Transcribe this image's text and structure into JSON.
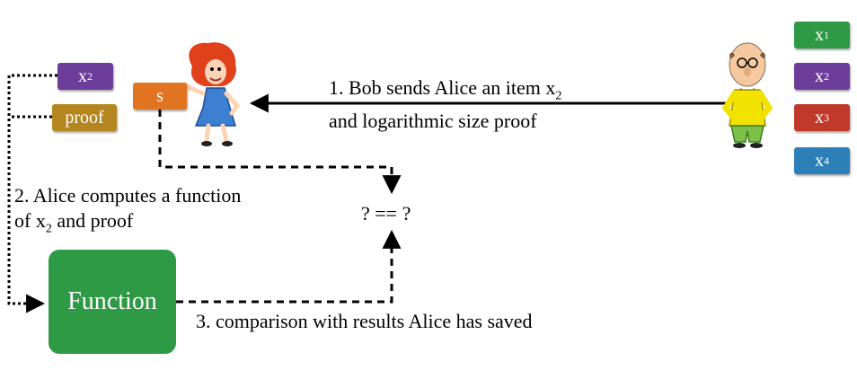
{
  "chips": {
    "x1": {
      "base": "x",
      "sub": "1",
      "color": "#2e9a45"
    },
    "x2": {
      "base": "x",
      "sub": "2",
      "color": "#6d3d9a"
    },
    "x3": {
      "base": "x",
      "sub": "3",
      "color": "#c0392b"
    },
    "x4": {
      "base": "x",
      "sub": "4",
      "color": "#2d7fb8"
    },
    "alice_x2": {
      "base": "x",
      "sub": "2",
      "color": "#6d3d9a"
    },
    "alice_proof": {
      "label": "proof",
      "color": "#b5861e"
    },
    "alice_s": {
      "label": "s",
      "color": "#e07420"
    }
  },
  "step1": {
    "line1_prefix": "1. Bob sends Alice an item x",
    "line1_sub": "2",
    "line2": "and logarithmic size proof"
  },
  "step2": {
    "line1": "2. Alice computes a function",
    "line2_prefix": "of x",
    "line2_sub": "2",
    "line2_suffix": " and proof"
  },
  "step3": {
    "text": "3. comparison with results Alice has saved"
  },
  "compare": {
    "text": "? == ?"
  },
  "function_box": {
    "label": "Function",
    "color": "#2e9a45"
  }
}
